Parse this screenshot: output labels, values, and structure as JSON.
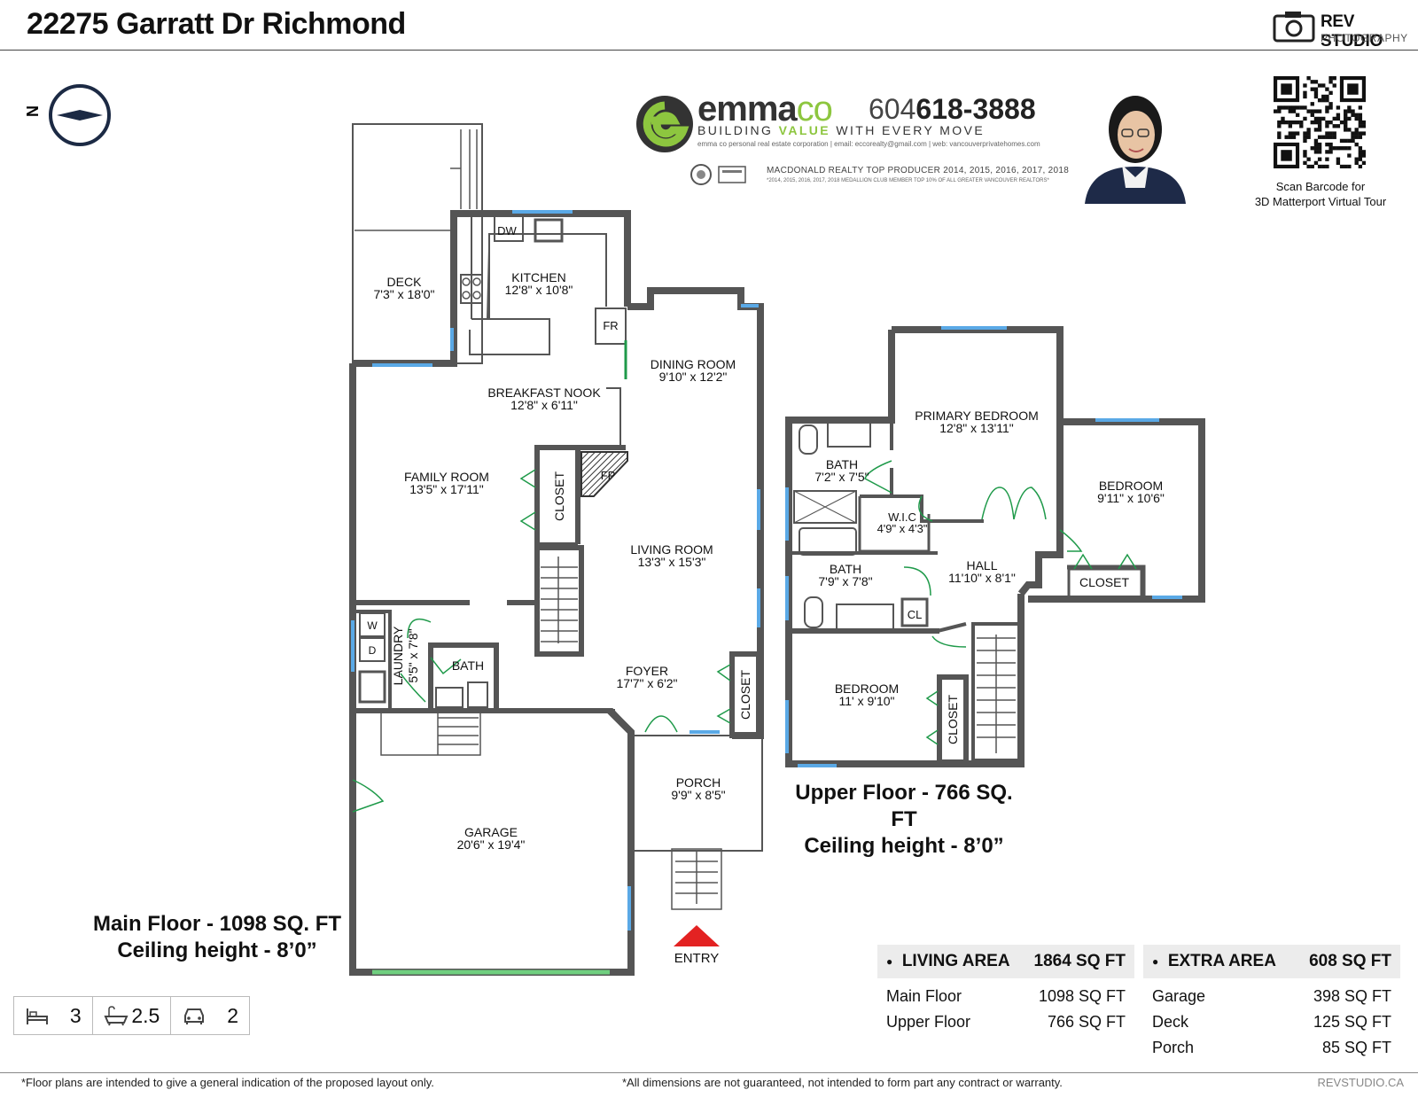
{
  "title": "22275 Garratt Dr Richmond",
  "brand": {
    "name": "REV STUDIO",
    "sub": "PHOTOGRAPHY"
  },
  "compass": {
    "label": "N"
  },
  "agent": {
    "name_main": "emma",
    "name_co": "co",
    "phone_light": "604",
    "phone_bold": "618-3888",
    "tagline_a": "BUILDING ",
    "tagline_b": "VALUE",
    "tagline_c": " WITH EVERY MOVE",
    "small": "emma co personal real estate corporation | email: eccorealty@gmail.com | web: vancouverprivatehomes.com",
    "award": "MACDONALD REALTY TOP PRODUCER 2014, 2015, 2016, 2017, 2018",
    "award_sub": "*2014, 2015, 2016, 2017, 2018 MEDALLION CLUB MEMBER TOP 10% OF ALL GREATER VANCOUVER REALTORS*"
  },
  "qr": {
    "caption_1": "Scan Barcode for",
    "caption_2": "3D Matterport Virtual Tour"
  },
  "rooms": {
    "deck": {
      "name": "DECK",
      "dim": "7'3\" x 18'0\""
    },
    "kitchen": {
      "name": "KITCHEN",
      "dim": "12'8\" x 10'8\""
    },
    "dw": "DW",
    "fr": "FR",
    "dining": {
      "name": "DINING ROOM",
      "dim": "9'10\" x 12'2\""
    },
    "nook": {
      "name": "BREAKFAST NOOK",
      "dim": "12'8\" x 6'11\""
    },
    "family": {
      "name": "FAMILY ROOM",
      "dim": "13'5\" x 17'11\""
    },
    "closet_main": "CLOSET",
    "fp": "FP",
    "living": {
      "name": "LIVING ROOM",
      "dim": "13'3\" x 15'3\""
    },
    "w": "W",
    "d": "D",
    "laundry": {
      "name": "LAUNDRY",
      "dim": "5'5\" x 7'8\""
    },
    "bath_main": "BATH",
    "foyer": {
      "name": "FOYER",
      "dim": "17'7\" x 6'2\""
    },
    "closet_foyer": "CLOSET",
    "porch": {
      "name": "PORCH",
      "dim": "9'9\" x 8'5\""
    },
    "garage": {
      "name": "GARAGE",
      "dim": "20'6\" x 19'4\""
    },
    "entry": "ENTRY",
    "primary": {
      "name": "PRIMARY BEDROOM",
      "dim": "12'8\" x 13'11\""
    },
    "bath_up1": {
      "name": "BATH",
      "dim": "7'2\" x 7'5\""
    },
    "wic": {
      "name": "W.I.C",
      "dim": "4'9\" x 4'3\""
    },
    "bedroom_e": {
      "name": "BEDROOM",
      "dim": "9'11\" x 10'6\""
    },
    "bath_up2": {
      "name": "BATH",
      "dim": "7'9\" x 7'8\""
    },
    "hall": {
      "name": "HALL",
      "dim": "11'10\" x 8'1\""
    },
    "closet_up": "CLOSET",
    "cl": "CL",
    "bedroom_s": {
      "name": "BEDROOM",
      "dim": "11' x 9'10\""
    },
    "closet_bed": "CLOSET"
  },
  "floors": {
    "upper": {
      "line1": "Upper Floor - 766 SQ. FT",
      "line2": "Ceiling height - 8’0”"
    },
    "main": {
      "line1": "Main Floor - 1098 SQ. FT",
      "line2": "Ceiling height - 8’0”"
    }
  },
  "living_area": {
    "header": "LIVING AREA",
    "total": "1864 SQ FT",
    "rows": [
      {
        "label": "Main Floor",
        "value": "1098 SQ FT"
      },
      {
        "label": "Upper Floor",
        "value": "766 SQ FT"
      }
    ]
  },
  "extra_area": {
    "header": "EXTRA AREA",
    "total": "608 SQ FT",
    "rows": [
      {
        "label": "Garage",
        "value": "398 SQ FT"
      },
      {
        "label": "Deck",
        "value": "125 SQ FT"
      },
      {
        "label": "Porch",
        "value": "85 SQ FT"
      }
    ]
  },
  "stats": {
    "beds": "3",
    "baths": "2.5",
    "parking": "2"
  },
  "footer": {
    "left": "*Floor plans are intended to give a general indication of the proposed layout only.",
    "mid": "*All dimensions are not guaranteed, not intended to form part any contract or warranty.",
    "right": "REVSTUDIO.CA"
  },
  "colors": {
    "wall": "#555555",
    "window": "#5aa9e6",
    "door": "#1f9a4a",
    "accent_green": "#8dc63f",
    "entry_red": "#e32222"
  }
}
